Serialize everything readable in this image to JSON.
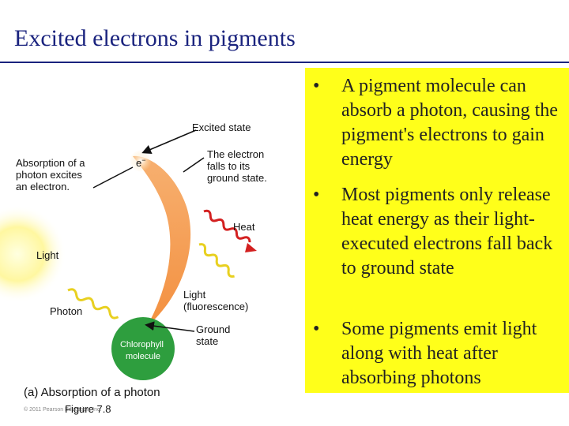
{
  "title": "Excited electrons in pigments",
  "bullets": [
    {
      "marker": "•",
      "text": "A pigment molecule can absorb a photon, causing the pigment's electrons to gain energy"
    },
    {
      "marker": "•",
      "text": "Most pigments only release heat energy as their light-executed electrons fall back to ground state"
    },
    {
      "marker": "•",
      "text": "Some pigments emit light along with heat after absorbing photons"
    }
  ],
  "diagram": {
    "excited_state": "Excited state",
    "electron_symbol": "e",
    "electron_superscript": "−",
    "absorption_label": [
      "Absorption of a",
      "photon excites",
      "an electron."
    ],
    "falls_label": [
      "The electron",
      "falls to its",
      "ground state."
    ],
    "heat": "Heat",
    "light": "Light",
    "fluorescence": [
      "Light",
      "(fluorescence)"
    ],
    "photon": "Photon",
    "chlorophyll": [
      "Chlorophyll",
      "molecule"
    ],
    "ground_state": [
      "Ground",
      "state"
    ],
    "caption": "(a) Absorption of a photon",
    "copyright": "© 2011 Pearson Education, Inc.",
    "figure": "Figure 7.8"
  },
  "colors": {
    "title": "#1a237e",
    "panel": "#ffff1a",
    "arc": "#f5a050",
    "chlorophyll": "#2e9e3e",
    "heat": "#d32020",
    "light_wave": "#e8d020"
  }
}
